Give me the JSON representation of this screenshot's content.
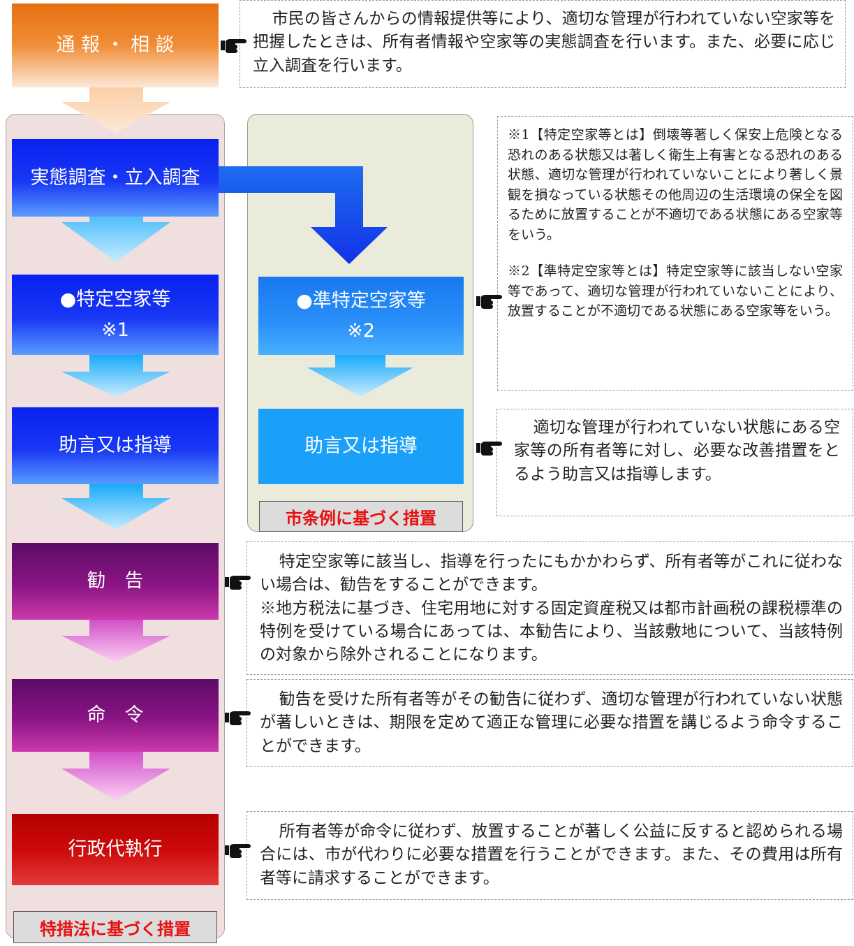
{
  "flow": {
    "report": "通 報 ・ 相 談",
    "survey": "実態調査・立入調査",
    "specific": {
      "line1": "●特定空家等",
      "line2": "※1"
    },
    "semi": {
      "line1": "●準特定空家等",
      "line2": "※2"
    },
    "advice_left": "助言又は指導",
    "advice_right": "助言又は指導",
    "recommend": "勧　告",
    "order": "命　令",
    "execution": "行政代執行"
  },
  "tags": {
    "city_ordinance": "市条例に基づく措置",
    "special_law": "特措法に基づく措置"
  },
  "notes": {
    "report": "市民の皆さんからの情報提供等により、適切な管理が行われていない空家等を把握したときは、所有者情報や空家等の実態調査を行います。また、必要に応じ立入調査を行います。",
    "def1": "※1【特定空家等とは】倒壊等著しく保安上危険となる恐れのある状態又は著しく衛生上有害となる恐れのある状態、適切な管理が行われていないことにより著しく景観を損なっている状態その他周辺の生活環境の保全を図るために放置することが不適切である状態にある空家等をいう。",
    "def2": "※2【準特定空家等とは】特定空家等に該当しない空家等であって、適切な管理が行われていないことにより、放置することが不適切である状態にある空家等をいう。",
    "advice": "適切な管理が行われていない状態にある空家等の所有者等に対し、必要な改善措置をとるよう助言又は指導します。",
    "recommend_main": "特定空家等に該当し、指導を行ったにもかかわらず、所有者等がこれに従わない場合は、勧告をすることができます。",
    "recommend_sub": "※地方税法に基づき、住宅用地に対する固定資産税又は都市計画税の課税標準の特例を受けている場合にあっては、本勧告により、当該敷地について、当該特例の対象から除外されることになります。",
    "order": "勧告を受けた所有者等がその勧告に従わず、適切な管理が行われていない状態が著しいときは、期限を定めて適正な管理に必要な措置を講じるよう命令することができます。",
    "execution": "所有者等が命令に従わず、放置することが著しく公益に反すると認められる場合には、市が代わりに必要な措置を行うことができます。また、その費用は所有者等に請求することができます。"
  },
  "icons": {
    "pointer": "pointing-hand-icon"
  },
  "colors": {
    "orange": "#e76f10",
    "blue": "#0a20f0",
    "cyan": "#1aa0f8",
    "purple": "#5c0c66",
    "red": "#b40000",
    "tag_text": "#e81010"
  }
}
